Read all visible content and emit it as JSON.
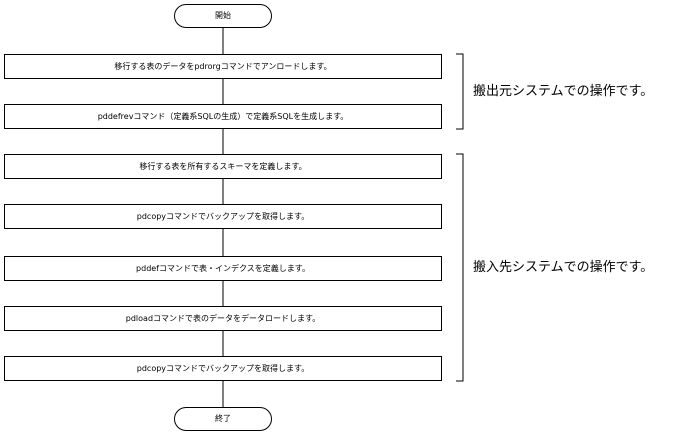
{
  "start": "開始",
  "end": "終了",
  "steps": [
    "移行する表のデータをpdrorgコマンドでアンロードします。",
    "pddefrevコマンド（定義系SQLの生成）で定義系SQLを生成します。",
    "移行する表を所有するスキーマを定義します。",
    "pdcopyコマンドでバックアップを取得します。",
    "pddefコマンドで表・インデクスを定義します。",
    "pdloadコマンドで表のデータをデータロードします。",
    "pdcopyコマンドでバックアップを取得します。"
  ],
  "groups": {
    "source": "搬出元システムでの操作です。",
    "target": "搬入先システムでの操作です。"
  }
}
